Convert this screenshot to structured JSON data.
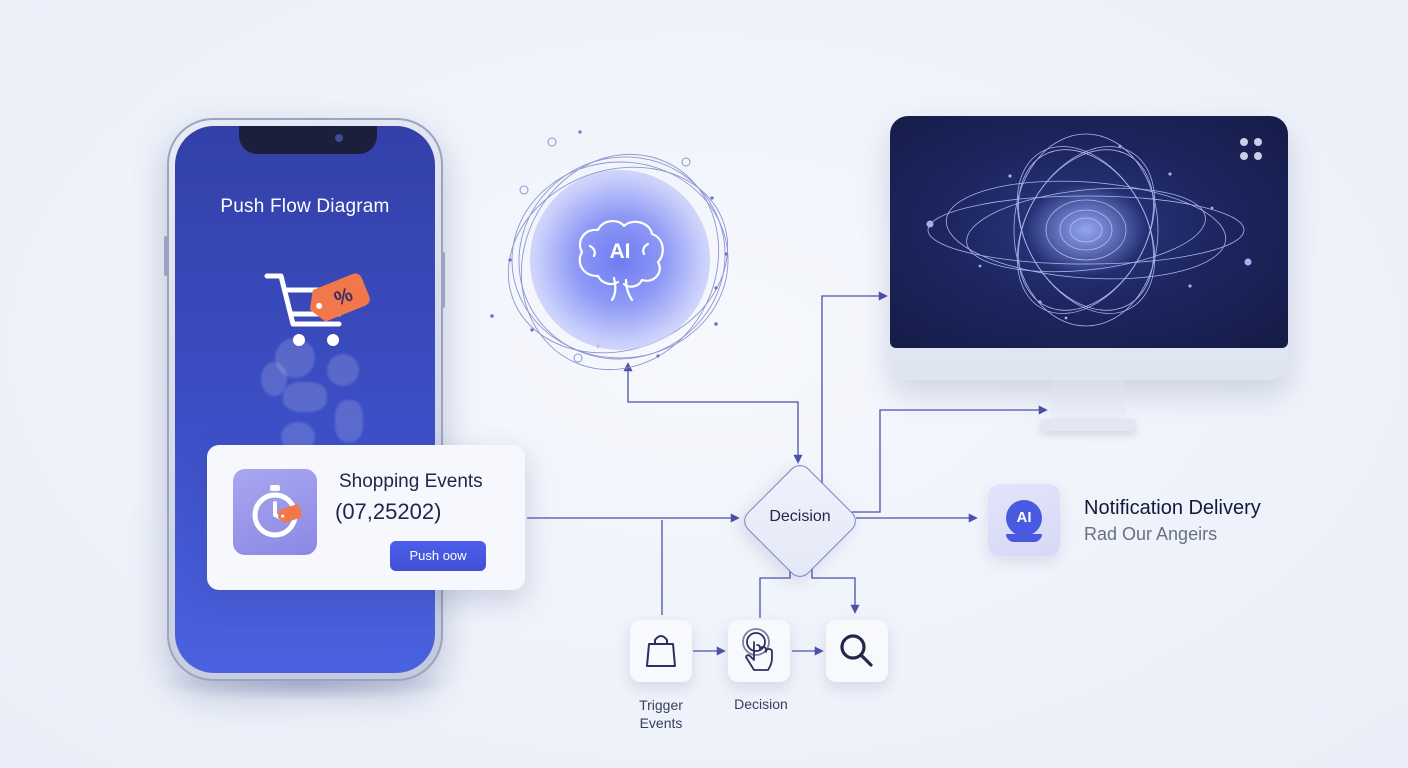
{
  "phone": {
    "title": "Push Flow Diagram",
    "card": {
      "title": "Shopping Events",
      "number": "(07,25202)",
      "button_label": "Push oow"
    }
  },
  "ai_orb": {
    "label": "AI"
  },
  "decision": {
    "label": "Decision"
  },
  "notification": {
    "badge": "AI",
    "title": "Notification Delivery",
    "subtitle": "Rad Our Angeirs"
  },
  "flow_steps": [
    {
      "label": "Trigger\nEvents",
      "icon": "shopping-bag-icon"
    },
    {
      "label": "Decision",
      "icon": "tap-hand-icon"
    },
    {
      "label": "",
      "icon": "search-icon"
    }
  ],
  "colors": {
    "accent": "#4a5ae0",
    "connector": "#4b52a8",
    "phone_screen": "#3d4fc6",
    "monitor_screen": "#1d2660",
    "tag_orange": "#f2784b"
  }
}
